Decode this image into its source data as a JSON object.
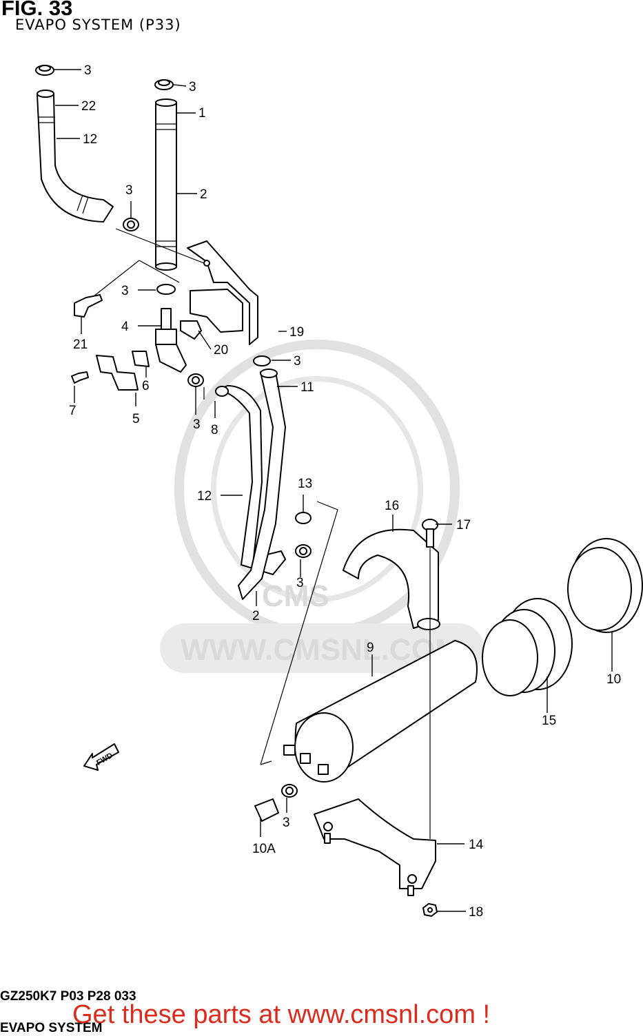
{
  "header": {
    "fig": "FIG. 33",
    "subtitle": "EVAPO SYSTEM (P33)"
  },
  "footer": {
    "model_code": "GZ250K7 P03 P28 033",
    "system_name": "EVAPO SYSTEM",
    "promo": "Get these parts at www.cmsnl.com !"
  },
  "watermark": {
    "text": "WWW.CMSNL.COM",
    "logo": "CMS"
  },
  "fwd_arrow": "FWD",
  "callouts": [
    "3",
    "3",
    "22",
    "1",
    "12",
    "3",
    "2",
    "3",
    "21",
    "4",
    "19",
    "20",
    "7",
    "6",
    "5",
    "3",
    "3",
    "11",
    "8",
    "12",
    "13",
    "16",
    "17",
    "3",
    "2",
    "9",
    "10",
    "15",
    "3",
    "10A",
    "14",
    "18"
  ],
  "colors": {
    "promo": "#dc2a1c",
    "watermark": "#d6d6d6",
    "ink": "#000000"
  }
}
